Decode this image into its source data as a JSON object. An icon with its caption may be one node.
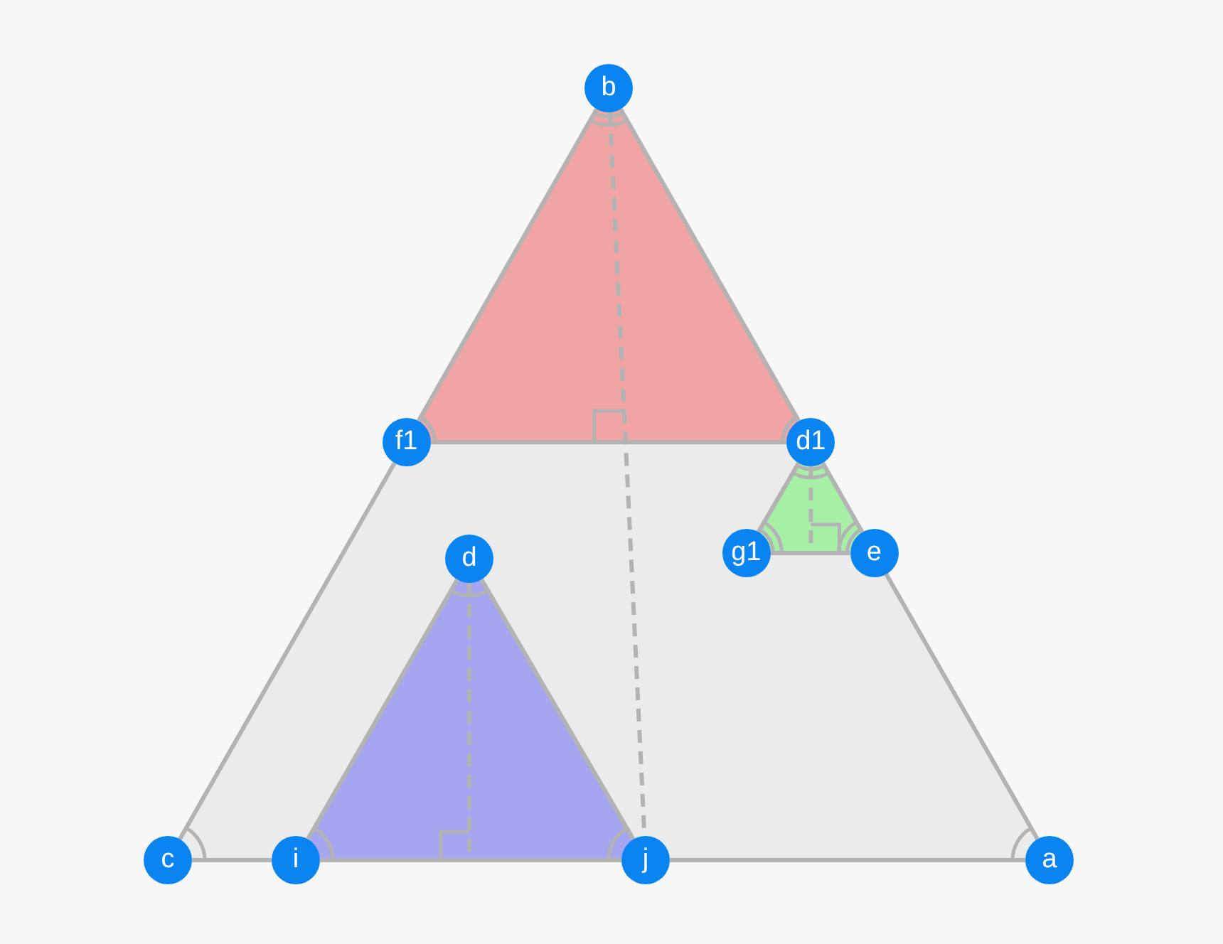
{
  "diagram": {
    "nodes": [
      {
        "text": [
          "b"
        ]
      },
      {
        "text": [
          "f1"
        ]
      },
      {
        "text": [
          "d1"
        ]
      },
      {
        "text": [
          "g1"
        ]
      },
      {
        "text": [
          "e"
        ]
      },
      {
        "text": [
          "d"
        ]
      },
      {
        "text": [
          "c"
        ]
      },
      {
        "text": [
          "i"
        ]
      },
      {
        "text": [
          "j"
        ]
      },
      {
        "text": [
          "a"
        ]
      },
      {
        "text": [],
        "shape": "triangle"
      },
      {
        "text": [],
        "shape": "triangle"
      }
    ],
    "edges": [
      {
        "from": 0,
        "to": 1,
        "arrow": "none"
      },
      {
        "from": 1,
        "to": 6,
        "arrow": "none"
      },
      {
        "from": 0,
        "to": 2,
        "arrow": "none"
      },
      {
        "from": 2,
        "to": 4,
        "arrow": "none"
      },
      {
        "from": 4,
        "to": 9,
        "arrow": "none"
      },
      {
        "from": 6,
        "to": 7,
        "arrow": "none"
      },
      {
        "from": 7,
        "to": 8,
        "arrow": "none"
      },
      {
        "from": 8,
        "to": 9,
        "arrow": "none"
      },
      {
        "from": 1,
        "to": 2,
        "arrow": "none"
      },
      {
        "from": 2,
        "to": 3,
        "arrow": "none"
      },
      {
        "from": 3,
        "to": 4,
        "arrow": "none"
      },
      {
        "from": 5,
        "to": 7,
        "arrow": "none"
      },
      {
        "from": 5,
        "to": 8,
        "arrow": "none"
      },
      {
        "from": 0,
        "to": 8,
        "arrow": "none",
        "style": "dashed"
      },
      {
        "from": 5,
        "to": 10,
        "arrow": "none",
        "style": "dashed"
      },
      {
        "from": 2,
        "to": 11,
        "arrow": "none",
        "style": "dashed"
      }
    ]
  }
}
